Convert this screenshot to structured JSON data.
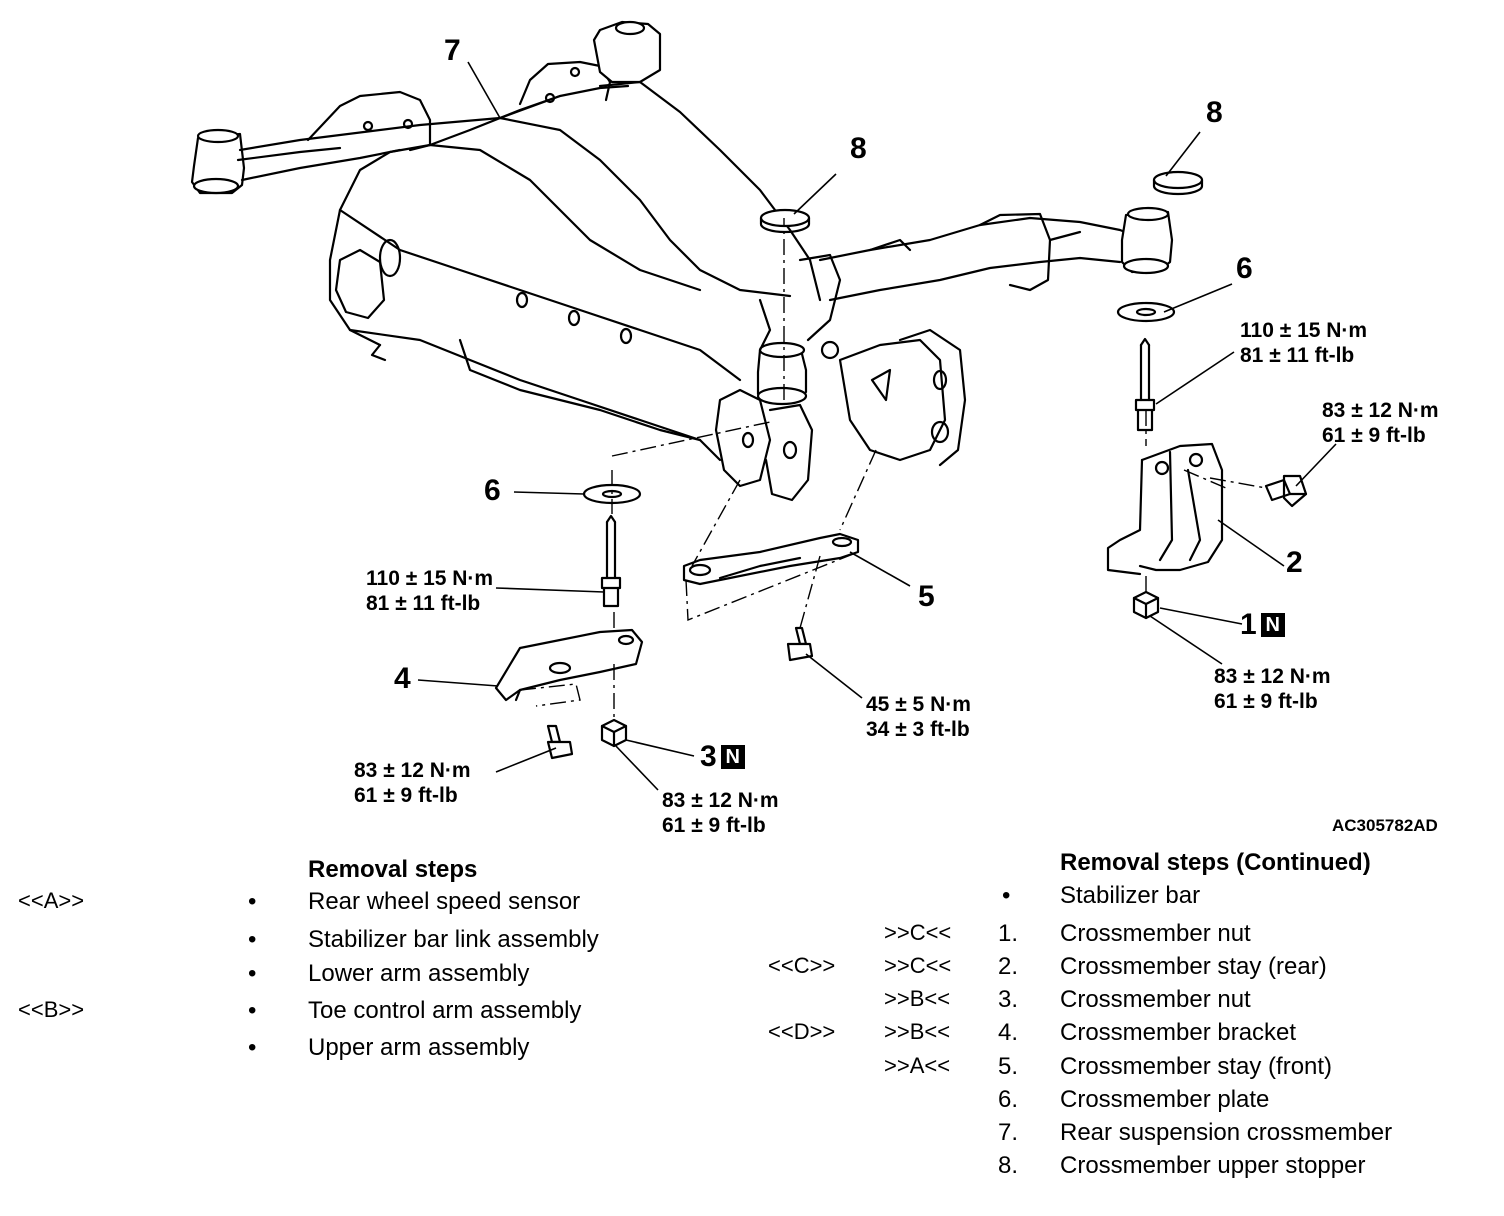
{
  "figure_id": "AC305782AD",
  "callouts": {
    "c7": "7",
    "c8a": "8",
    "c8b": "8",
    "c6a": "6",
    "c6b": "6",
    "c5": "5",
    "c4": "4",
    "c2": "2",
    "c1": "1",
    "c3": "3",
    "n_badge": "N"
  },
  "torque": {
    "t_stud_left": [
      "110 ± 15 N·m",
      "81 ± 11 ft-lb"
    ],
    "t_stud_right": [
      "110 ± 15 N·m",
      "81 ± 11 ft-lb"
    ],
    "t_bolt_right": [
      "83 ± 12 N·m",
      "61 ± 9 ft-lb"
    ],
    "t_nut_right": [
      "83 ± 12 N·m",
      "61 ± 9 ft-lb"
    ],
    "t_stay_front": [
      "45 ± 5 N·m",
      "34 ± 3 ft-lb"
    ],
    "t_bracket_bolt": [
      "83 ± 12 N·m",
      "61 ± 9 ft-lb"
    ],
    "t_nut3": [
      "83 ± 12 N·m",
      "61 ± 9 ft-lb"
    ]
  },
  "removal_left": {
    "heading": "Removal steps",
    "items": [
      {
        "ref": "<<A>>",
        "bullet": "•",
        "text": "Rear wheel speed sensor"
      },
      {
        "ref": "",
        "bullet": "•",
        "text": "Stabilizer bar link assembly"
      },
      {
        "ref": "",
        "bullet": "•",
        "text": "Lower arm assembly"
      },
      {
        "ref": "<<B>>",
        "bullet": "•",
        "text": "Toe control arm assembly"
      },
      {
        "ref": "",
        "bullet": "•",
        "text": "Upper arm assembly"
      }
    ]
  },
  "removal_right": {
    "heading": "Removal steps (Continued)",
    "items": [
      {
        "rem": "",
        "inst": "",
        "num": "•",
        "text": "Stabilizer bar"
      },
      {
        "rem": "",
        "inst": ">>C<<",
        "num": "1.",
        "text": "Crossmember nut"
      },
      {
        "rem": "<<C>>",
        "inst": ">>C<<",
        "num": "2.",
        "text": "Crossmember stay (rear)"
      },
      {
        "rem": "",
        "inst": ">>B<<",
        "num": "3.",
        "text": "Crossmember nut"
      },
      {
        "rem": "<<D>>",
        "inst": ">>B<<",
        "num": "4.",
        "text": "Crossmember bracket"
      },
      {
        "rem": "",
        "inst": ">>A<<",
        "num": "5.",
        "text": "Crossmember stay (front)"
      },
      {
        "rem": "",
        "inst": "",
        "num": "6.",
        "text": "Crossmember plate"
      },
      {
        "rem": "",
        "inst": "",
        "num": "7.",
        "text": "Rear suspension crossmember"
      },
      {
        "rem": "",
        "inst": "",
        "num": "8.",
        "text": "Crossmember upper stopper"
      }
    ]
  }
}
